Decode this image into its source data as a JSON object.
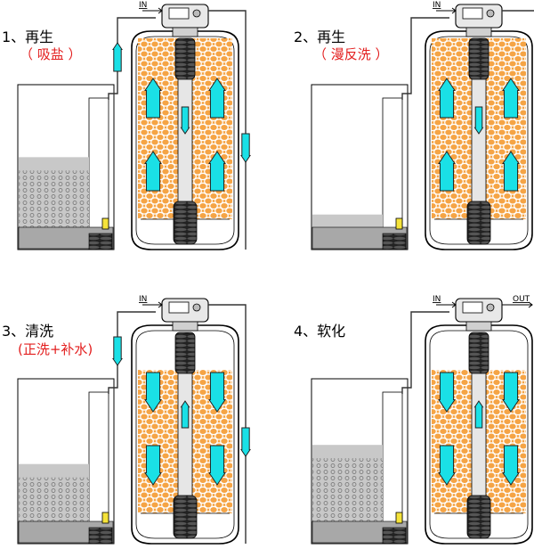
{
  "panels": [
    {
      "id": "p1",
      "title": "1、再生",
      "subtitle": "（ 吸盐 ）",
      "inlet_label": "IN",
      "outlet_label": "",
      "brine_level": 0.55,
      "resin_level": 1.0,
      "top_arrows": "up",
      "bottom_arrows": "up",
      "center_arrow": "down",
      "left_pipe_arrow": "up",
      "right_pipe_arrow": "down"
    },
    {
      "id": "p2",
      "title": "2、再生",
      "subtitle": "（ 漫反洗 ）",
      "inlet_label": "IN",
      "outlet_label": "",
      "brine_level": 0.1,
      "resin_level": 1.0,
      "top_arrows": "up",
      "bottom_arrows": "up",
      "center_arrow": "down",
      "left_pipe_arrow": "",
      "right_pipe_arrow": "down"
    },
    {
      "id": "p3",
      "title": "3、清洗",
      "subtitle": "(正洗+补水)",
      "inlet_label": "IN",
      "outlet_label": "",
      "brine_level": 0.45,
      "resin_level": 0.72,
      "top_arrows": "down",
      "bottom_arrows": "down",
      "center_arrow": "up",
      "left_pipe_arrow": "down",
      "right_pipe_arrow": "down"
    },
    {
      "id": "p4",
      "title": "4、软化",
      "subtitle": "",
      "inlet_label": "IN",
      "outlet_label": "OUT",
      "brine_level": 0.6,
      "resin_level": 0.72,
      "top_arrows": "down",
      "bottom_arrows": "down",
      "center_arrow": "up",
      "left_pipe_arrow": "",
      "right_pipe_arrow": ""
    }
  ],
  "colors": {
    "resin": "#f5a445",
    "resin_dot": "#ffffff",
    "arrow": "#1ae0e6",
    "arrow_stroke": "#222222",
    "brine_gray": "#c8c8c8",
    "brine_dark": "#a8a8a8",
    "title_red": "#e31e1e"
  }
}
